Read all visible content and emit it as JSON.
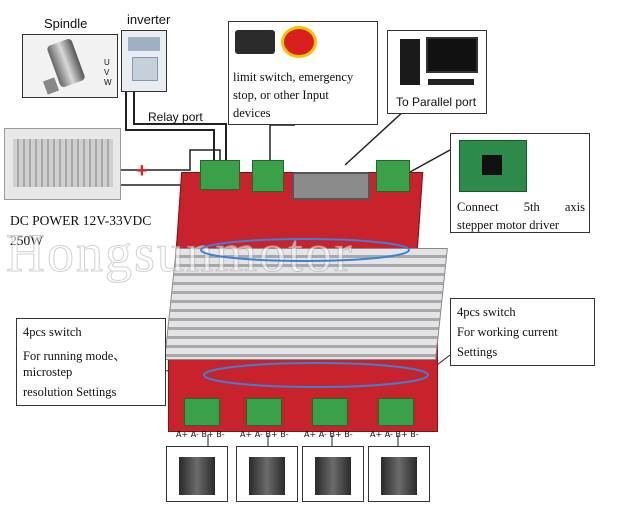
{
  "labels": {
    "spindle": "Spindle",
    "inverter": "inverter",
    "uvw": [
      "U",
      "V",
      "W"
    ],
    "relay_port": "Relay port",
    "limit_line1": "limit switch, emergency",
    "limit_line2": "stop, or other Input",
    "limit_line3": "devices",
    "parallel": "To Parallel port",
    "plus": "+",
    "dc_power_line1": "DC POWER 12V-33VDC",
    "dc_power_line2": "250W",
    "connect_line1": "Connect 5th axis",
    "connect_line2": "stepper motor driver",
    "switch_left_line1": "4pcs switch",
    "switch_left_line2": "For running mode、",
    "switch_left_line3": "microstep",
    "switch_left_line4": "resolution Settings",
    "switch_right_line1": "4pcs switch",
    "switch_right_line2": "For working current",
    "switch_right_line3": "Settings",
    "watermark": "Hongsunmotor",
    "motor_pins": [
      "A+",
      "A-",
      "B+",
      "B-"
    ]
  },
  "colors": {
    "board": "#c8232c",
    "heatsink": "#cfcfd2",
    "terminal": "#3aa04a",
    "ellipse": "#3e7fd8",
    "plus": "#e21b1b"
  }
}
